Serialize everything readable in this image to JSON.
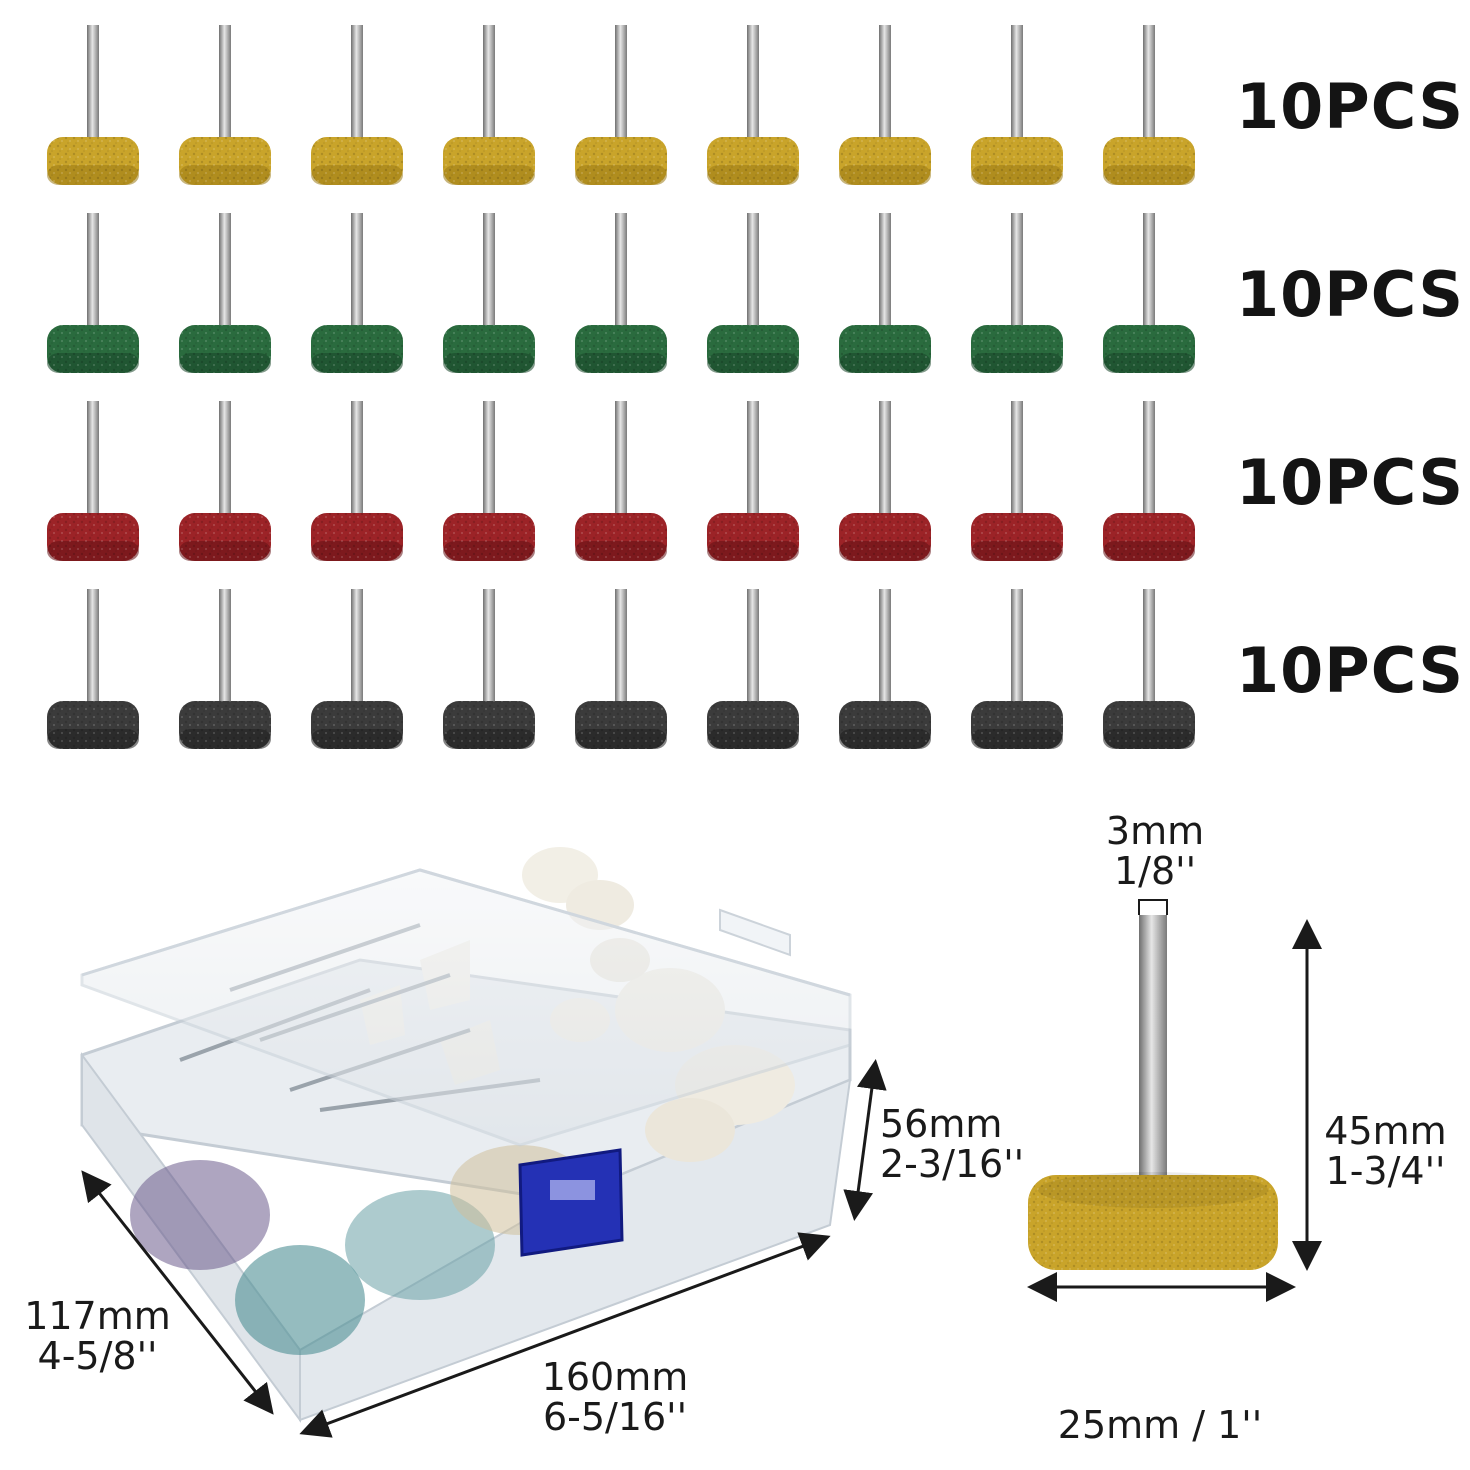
{
  "rows": [
    {
      "label": "10PCS",
      "color": "#c9a42a",
      "shade": "#9b7a14"
    },
    {
      "label": "10PCS",
      "color": "#2a6b3e",
      "shade": "#174528"
    },
    {
      "label": "10PCS",
      "color": "#9c2327",
      "shade": "#651316"
    },
    {
      "label": "10PCS",
      "color": "#3b3b3b",
      "shade": "#1f1f1f"
    }
  ],
  "box": {
    "height_mm": "56mm",
    "height_in": "2-3/16''",
    "depth_mm": "117mm",
    "depth_in": "4-5/8''",
    "width_mm": "160mm",
    "width_in": "6-5/16''",
    "latch_color": "#2431b5"
  },
  "wheel": {
    "shank_mm": "3mm",
    "shank_in": "1/8''",
    "length_mm": "45mm",
    "length_in": "1-3/4''",
    "diameter": "25mm / 1''",
    "color": "#c9a42a"
  }
}
